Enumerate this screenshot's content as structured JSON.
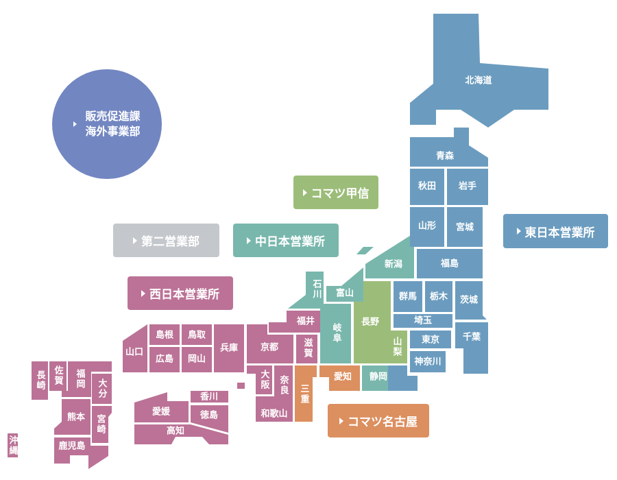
{
  "colors": {
    "west": "#bb7296",
    "central": "#79b7ad",
    "east": "#6b9cbf",
    "koshin": "#9cbd79",
    "nagoya": "#dc8f5f",
    "second": "#c4c7cb",
    "overseas": "#7286c1"
  },
  "overseas": {
    "line1": "販売促進課",
    "line2": "海外事業部"
  },
  "regions": [
    {
      "id": "koshin",
      "label": "コマツ甲信"
    },
    {
      "id": "east",
      "label": "東日本営業所"
    },
    {
      "id": "second",
      "label": "第二営業部"
    },
    {
      "id": "central",
      "label": "中日本営業所"
    },
    {
      "id": "west",
      "label": "西日本営業所"
    },
    {
      "id": "nagoya",
      "label": "コマツ名古屋"
    }
  ],
  "prefectures": [
    {
      "name": "北海道",
      "region": "east"
    },
    {
      "name": "青森",
      "region": "east"
    },
    {
      "name": "秋田",
      "region": "east"
    },
    {
      "name": "岩手",
      "region": "east"
    },
    {
      "name": "山形",
      "region": "east"
    },
    {
      "name": "宮城",
      "region": "east"
    },
    {
      "name": "福島",
      "region": "east"
    },
    {
      "name": "新潟",
      "region": "central"
    },
    {
      "name": "富山",
      "region": "central"
    },
    {
      "name": "石川",
      "region": "central"
    },
    {
      "name": "岐阜",
      "region": "central"
    },
    {
      "name": "長野",
      "region": "koshin"
    },
    {
      "name": "群馬",
      "region": "east"
    },
    {
      "name": "栃木",
      "region": "east"
    },
    {
      "name": "茨城",
      "region": "east"
    },
    {
      "name": "埼玉",
      "region": "east"
    },
    {
      "name": "千葉",
      "region": "east"
    },
    {
      "name": "山梨",
      "region": "koshin"
    },
    {
      "name": "東京",
      "region": "east"
    },
    {
      "name": "神奈川",
      "region": "east"
    },
    {
      "name": "静岡",
      "region": "central"
    },
    {
      "name": "愛知",
      "region": "nagoya"
    },
    {
      "name": "三重",
      "region": "nagoya"
    },
    {
      "name": "福井",
      "region": "west"
    },
    {
      "name": "滋賀",
      "region": "west"
    },
    {
      "name": "京都",
      "region": "west"
    },
    {
      "name": "兵庫",
      "region": "west"
    },
    {
      "name": "大阪",
      "region": "west"
    },
    {
      "name": "奈良",
      "region": "west"
    },
    {
      "name": "和歌山",
      "region": "west"
    },
    {
      "name": "山口",
      "region": "west"
    },
    {
      "name": "島根",
      "region": "west"
    },
    {
      "name": "鳥取",
      "region": "west"
    },
    {
      "name": "広島",
      "region": "west"
    },
    {
      "name": "岡山",
      "region": "west"
    },
    {
      "name": "香川",
      "region": "west"
    },
    {
      "name": "愛媛",
      "region": "west"
    },
    {
      "name": "徳島",
      "region": "west"
    },
    {
      "name": "高知",
      "region": "west"
    },
    {
      "name": "長崎",
      "region": "west"
    },
    {
      "name": "佐賀",
      "region": "west"
    },
    {
      "name": "福岡",
      "region": "west"
    },
    {
      "name": "大分",
      "region": "west"
    },
    {
      "name": "熊本",
      "region": "west"
    },
    {
      "name": "宮崎",
      "region": "west"
    },
    {
      "name": "鹿児島",
      "region": "west"
    },
    {
      "name": "沖縄",
      "region": "west"
    }
  ]
}
